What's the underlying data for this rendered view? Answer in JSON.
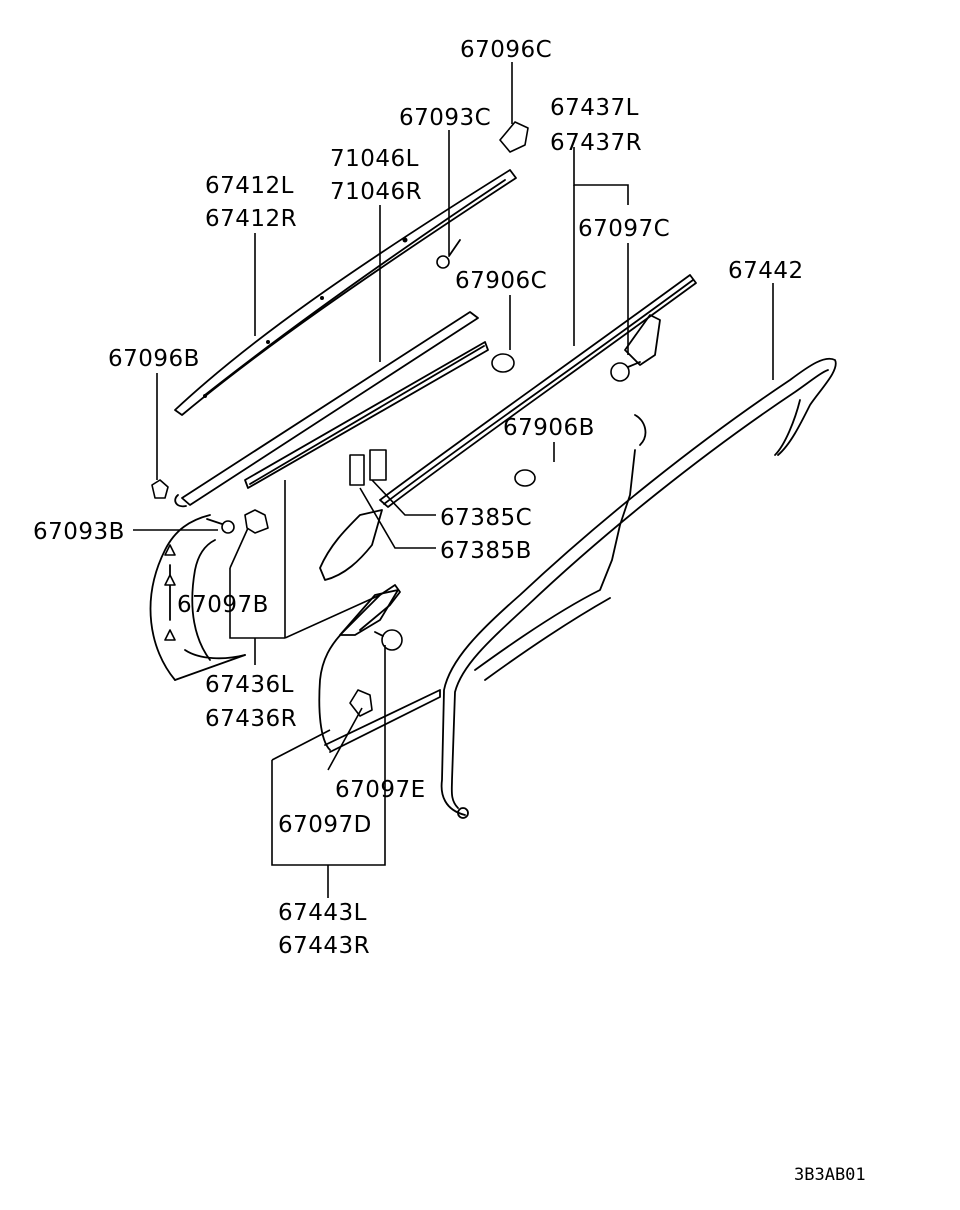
{
  "diagram": {
    "labels": {
      "p67096C": "67096C",
      "p67093C": "67093C",
      "p67437L": "67437L",
      "p67437R": "67437R",
      "p71046L": "71046L",
      "p71046R": "71046R",
      "p67412L": "67412L",
      "p67412R": "67412R",
      "p67097C": "67097C",
      "p67442": "67442",
      "p67906C": "67906C",
      "p67096B": "67096B",
      "p67906B": "67906B",
      "p67385C": "67385C",
      "p67093B": "67093B",
      "p67385B": "67385B",
      "p67097B": "67097B",
      "p67436L": "67436L",
      "p67436R": "67436R",
      "p67097E": "67097E",
      "p67097D": "67097D",
      "p67443L": "67443L",
      "p67443R": "67443R"
    },
    "diagram_code": "3B3AB01"
  }
}
